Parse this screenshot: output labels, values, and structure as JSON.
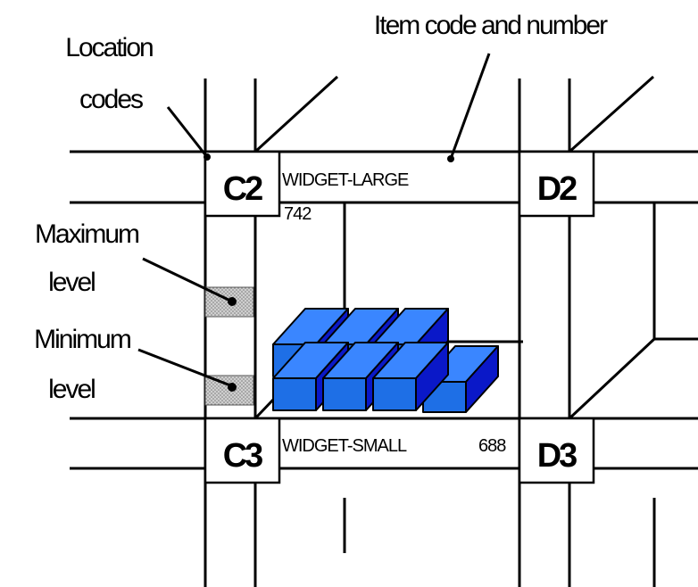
{
  "annotations": {
    "item_code_and_number": "Item code and number",
    "location_codes_line1": "Location",
    "location_codes_line2": "codes",
    "maximum_level_line1": "Maximum",
    "maximum_level_line2": "level",
    "minimum_level_line1": "Minimum",
    "minimum_level_line2": "level"
  },
  "locations": {
    "c2": "C2",
    "d2": "D2",
    "c3": "C3",
    "d3": "D3"
  },
  "items": {
    "upper_name": "WIDGET-LARGE",
    "upper_number": "742",
    "lower_name": "WIDGET-SMALL",
    "lower_number": "688"
  },
  "colors": {
    "box_front": "#1e6fe6",
    "box_top": "#3a86ff",
    "box_side": "#0a18c8",
    "level_marker": "#bdbdbd"
  },
  "icons": {
    "level_marker": "dotted-square-marker",
    "stock": "blue-box-stack-icon"
  }
}
